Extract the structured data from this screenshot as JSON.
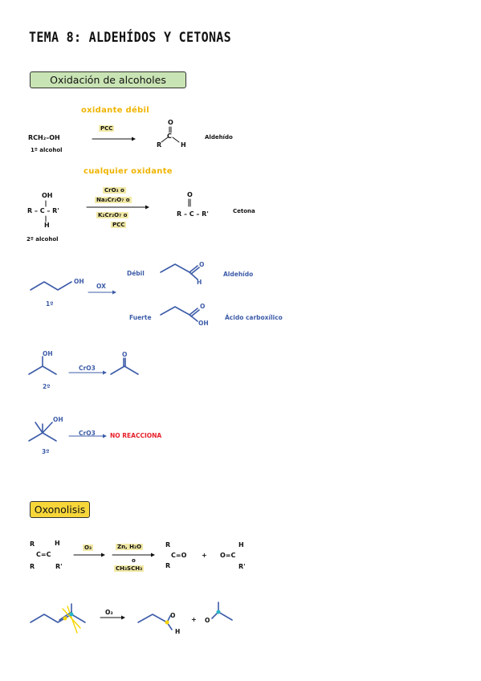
{
  "header": {
    "title": "TEMA 8: ALDEHÍDOS Y CETONAS"
  },
  "section1": {
    "label": "Oxidación de alcoholes",
    "weak_oxidant": "oxidante débil",
    "primary_reactant": "RCH₂–OH",
    "primary_label": "1º alcohol",
    "pcc": "PCC",
    "aldehyde_R": "R",
    "aldehyde_H": "H",
    "aldehyde_O": "O",
    "aldehyde_C": "C",
    "aldehyde_label": "Aldehído",
    "any_oxidant": "cualquier oxidante",
    "sec_OH": "OH",
    "sec_chain": "R – C – R'",
    "sec_H": "H",
    "sec_label": "2º alcohol",
    "reagent_1": "CrO₃ o",
    "reagent_2": "Na₂Cr₂O₇ o",
    "reagent_3": "K₂Cr₂O₇ o",
    "reagent_4": "PCC",
    "ketone_O": "O",
    "ketone_chain": "R – C – R'",
    "ketone_label": "Cetona",
    "ex1_OH": "OH",
    "ex1_deg": "1º",
    "ex1_ox": "OX",
    "ex1_weak": "Débil",
    "ex1_weak_O": "O",
    "ex1_weak_H": "H",
    "ex1_weak_label": "Aldehído",
    "ex1_strong": "Fuerte",
    "ex1_strong_O": "O",
    "ex1_strong_OH": "OH",
    "ex1_strong_label": "Ácido carboxílico",
    "ex2_OH": "OH",
    "ex2_deg": "2º",
    "ex2_reagent": "CrO3",
    "ex2_O": "O",
    "ex3_OH": "OH",
    "ex3_deg": "3º",
    "ex3_reagent": "CrO3",
    "ex3_result": "NO REACCIONA"
  },
  "section2": {
    "label": "Oxonolisis",
    "R_top": "R",
    "R_bot": "R",
    "alkene": "C=C",
    "H_top": "H",
    "R_prime": "R'",
    "reagent_o3": "O₃",
    "reagent_zn": "Zn, H₂O",
    "reagent_o": "o",
    "reagent_dms": "CH₃SCH₃",
    "prod1_R_top": "R",
    "prod1_R_bot": "R",
    "prod1": "C=O",
    "plus1": "+",
    "prod2": "O=C",
    "prod2_H": "H",
    "prod2_R": "R'",
    "ex_reagent": "O₃",
    "ex_O": "O",
    "ex_H": "H",
    "plus2": "+",
    "ex_O2": "O"
  }
}
